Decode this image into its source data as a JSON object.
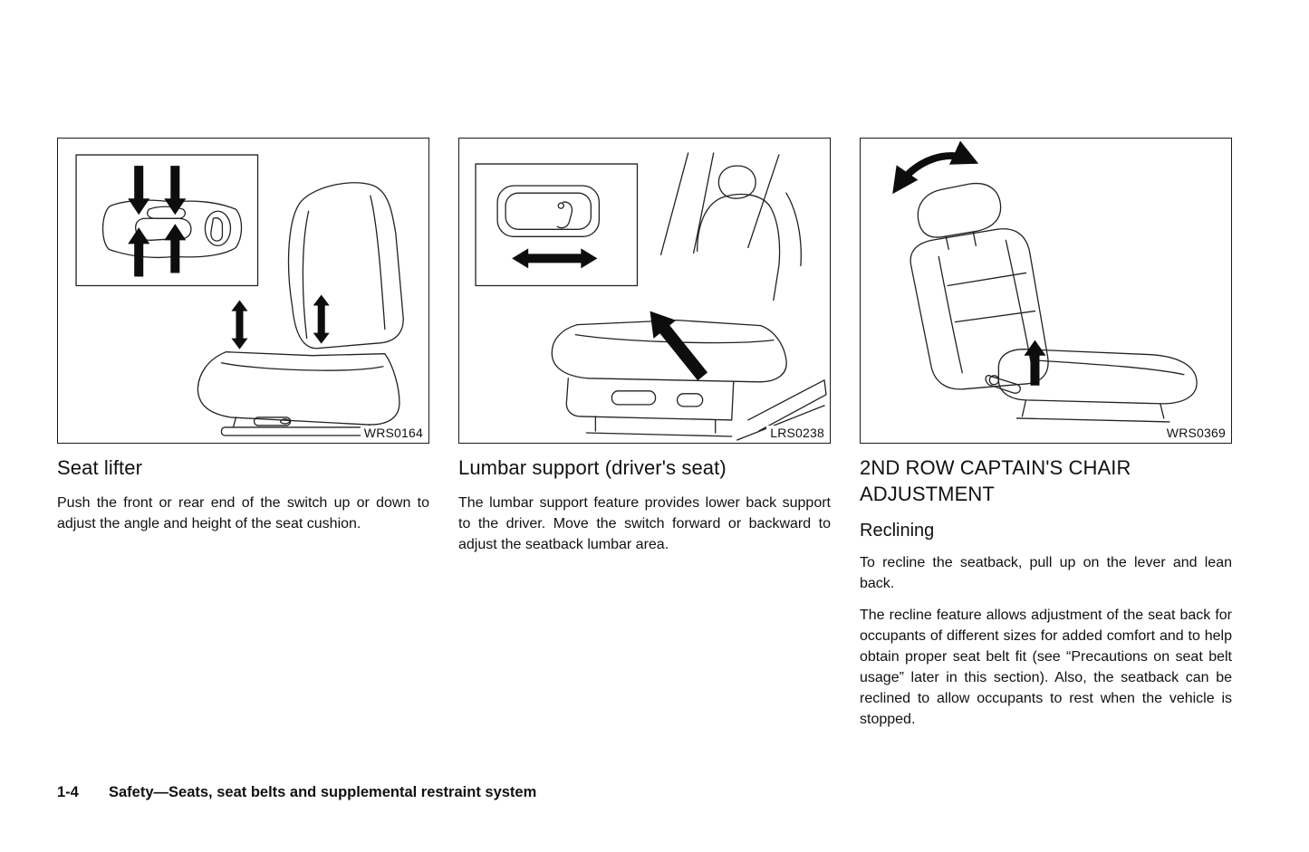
{
  "columns": [
    {
      "figure_code": "WRS0164",
      "heading": "Seat lifter",
      "paragraphs": [
        "Push the front or rear end of the switch up or down to adjust the angle and height of the seat cushion."
      ]
    },
    {
      "figure_code": "LRS0238",
      "heading": "Lumbar support (driver's seat)",
      "paragraphs": [
        "The lumbar support feature provides lower back support to the driver. Move the switch forward or backward to adjust the seatback lumbar area."
      ]
    },
    {
      "figure_code": "WRS0369",
      "heading": "2ND ROW CAPTAIN'S CHAIR ADJUSTMENT",
      "subheading": "Reclining",
      "paragraphs": [
        "To recline the seatback, pull up on the lever and lean back.",
        "The recline feature allows adjustment of the seat back for occupants of different sizes for added comfort and to help obtain proper seat belt fit (see “Precautions on seat belt usage” later in this section). Also, the seatback can be reclined to allow occupants to rest when the vehicle is stopped."
      ]
    }
  ],
  "footer": {
    "page_number": "1-4",
    "section_title": "Safety—Seats, seat belts and supplemental restraint system"
  }
}
